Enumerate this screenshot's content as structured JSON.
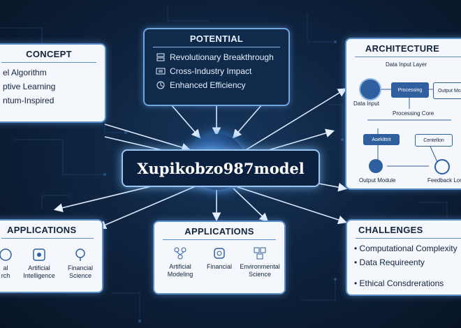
{
  "center_label": "Xupikobzo987model",
  "concept": {
    "title": "CONCEPT",
    "items": [
      "el Algorithm",
      "ptive Learning",
      "ntum-Inspired"
    ]
  },
  "potential": {
    "title": "POTENTIAL",
    "items": [
      {
        "icon": "server-icon",
        "label": "Revolutionary Breakthrough"
      },
      {
        "icon": "network-icon",
        "label": "Cross-Industry Impact"
      },
      {
        "icon": "efficiency-icon",
        "label": "Enhanced Efficiency"
      }
    ]
  },
  "architecture": {
    "title": "ARCHITECTURE",
    "input_layer": "Data Input Layer",
    "data_input": "Data Input",
    "processing": "Processing",
    "output_model": "Output Model",
    "processing_core": "Processing Core",
    "core_left": "Aoeklttrit",
    "core_right": "Centellon",
    "output_module": "Output Module",
    "feedback_loop": "Feedback Loop"
  },
  "applications_left": {
    "title": "APPLICATIONS",
    "items": [
      {
        "icon": "research-icon",
        "line1": "al",
        "line2": "rch"
      },
      {
        "icon": "ai-icon",
        "line1": "Artificial",
        "line2": "Intelligence"
      },
      {
        "icon": "finance-icon",
        "line1": "Financial",
        "line2": "Science"
      }
    ]
  },
  "applications_center": {
    "title": "APPLICATIONS",
    "items": [
      {
        "icon": "modeling-icon",
        "line1": "Artificial",
        "line2": "Modeling"
      },
      {
        "icon": "finance-icon",
        "line1": "Financial",
        "line2": ""
      },
      {
        "icon": "environment-icon",
        "line1": "Environmental",
        "line2": "Science"
      }
    ]
  },
  "challenges": {
    "title": "CHALLENGES",
    "items": [
      "Computational Complexity",
      "Data Requireenty",
      "Ethical Consdrerations"
    ]
  }
}
